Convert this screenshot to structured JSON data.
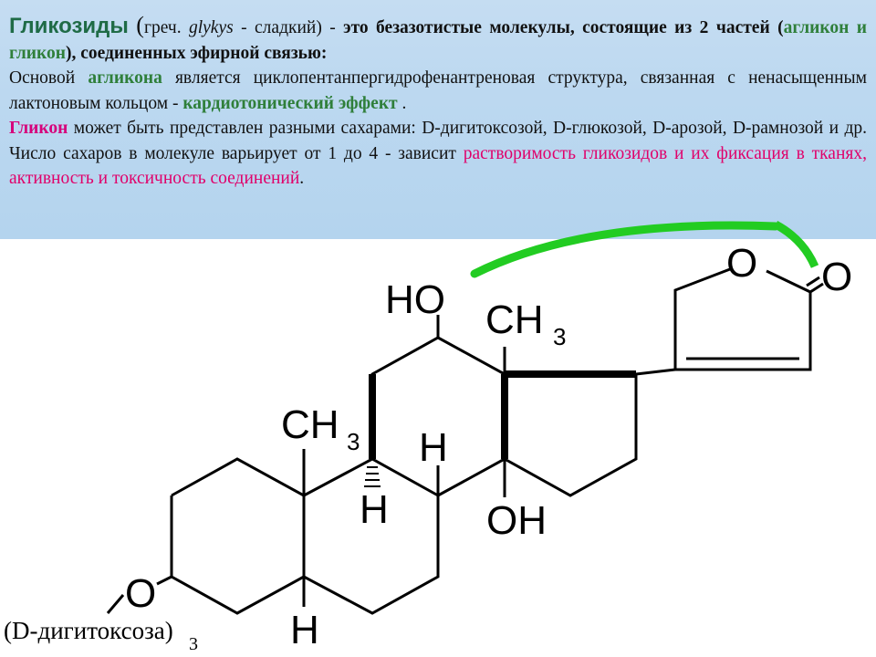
{
  "title": "Гликозиды",
  "intro": {
    "open_paren": "(",
    "greek_prefix": "греч. ",
    "greek_word": "glykys",
    "greek_suffix": " - сладкий) - ",
    "definition_bold": "это безазотистые молекулы, состоящие из 2 частей (",
    "parts_green": "агликон и гликон",
    "definition_end": "), соединенных эфирной связью:"
  },
  "aglycone": {
    "lead": "Основой ",
    "term": "агликона",
    "body": " является циклопентанпергидрофенантреновая структура, связанная с ненасыщенным лактоновым кольцом - ",
    "effect": "кардиотонический эффект",
    "end": " ."
  },
  "glycone": {
    "term": "Гликон",
    "body": " может быть представлен разными сахарами: D-дигитоксозой, D-глюкозой, D-арозой, D-рамнозой и др. Число сахаров в молекуле варьирует от 1 до 4 - зависит ",
    "highlight": "растворимость гликозидов и их фиксация в тканях, активность и токсичность соединений",
    "end": "."
  },
  "structure": {
    "HO": "HO",
    "CH": "CH",
    "sub3": "3",
    "H": "H",
    "OH": "OH",
    "O": "O",
    "sugar": "(D-дигитоксоза)",
    "sugar_sub": "3"
  },
  "colors": {
    "title": "#1f6b46",
    "green_terms": "#2f7f3a",
    "magenta_terms": "#d6007b",
    "band": "#bcd8f0",
    "arc": "#22cc22"
  }
}
